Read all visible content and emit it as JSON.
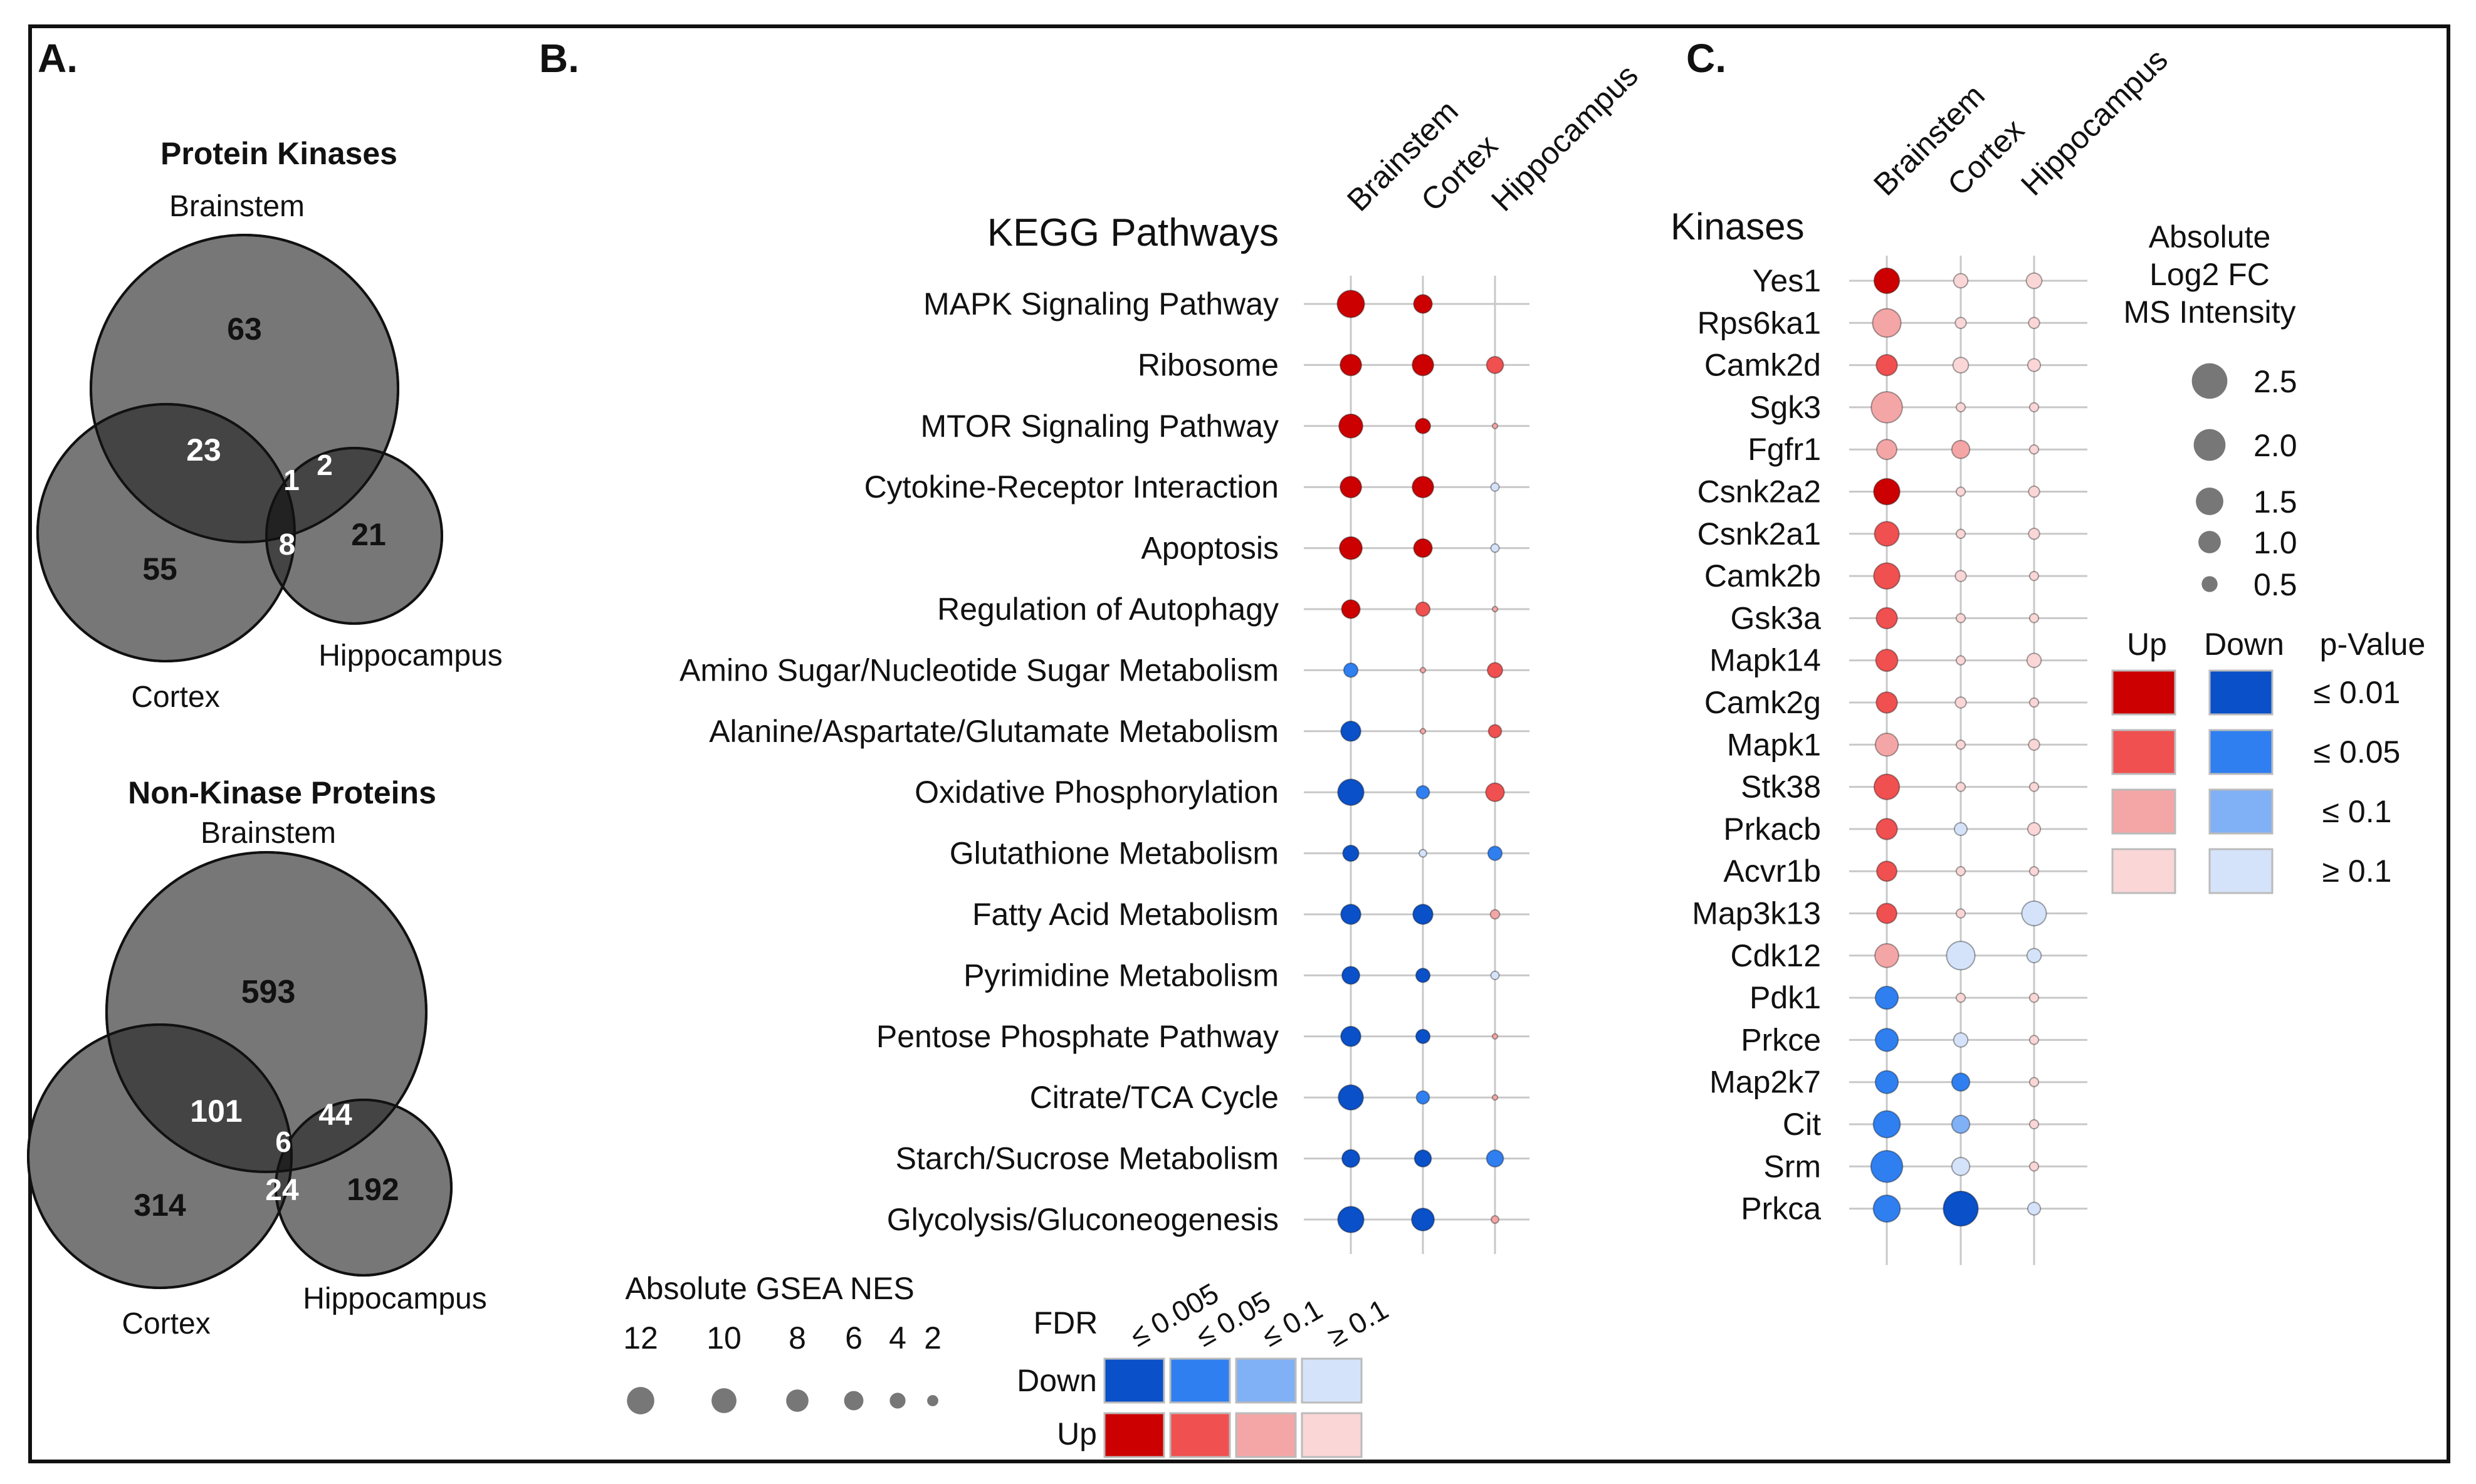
{
  "panel_a": {
    "label": "A.",
    "kinases": {
      "title": "Protein Kinases",
      "brainstem_label": "Brainstem",
      "cortex_label": "Cortex",
      "hippocampus_label": "Hippocampus",
      "regions": {
        "brainstem_only": "63",
        "brainstem_cortex": "23",
        "all_three": "1",
        "brainstem_hippocampus": "2",
        "cortex_only": "55",
        "cortex_hippocampus": "8",
        "hippocampus_only": "21"
      }
    },
    "non_kinases": {
      "title": "Non-Kinase Proteins",
      "brainstem_label": "Brainstem",
      "cortex_label": "Cortex",
      "hippocampus_label": "Hippocampus",
      "regions": {
        "brainstem_only": "593",
        "brainstem_cortex": "101",
        "all_three": "6",
        "brainstem_hippocampus": "44",
        "cortex_only": "314",
        "cortex_hippocampus": "24",
        "hippocampus_only": "192"
      }
    }
  },
  "panel_b": {
    "label": "B.",
    "title": "KEGG Pathways",
    "columns": [
      "Brainstem",
      "Cortex",
      "Hippocampus"
    ],
    "rows": [
      {
        "name": "MAPK Signaling Pathway",
        "cells": [
          {
            "v": 13,
            "c": "up1"
          },
          {
            "v": 6,
            "c": "up1"
          },
          {
            "v": 0,
            "c": "none"
          }
        ]
      },
      {
        "name": "Ribosome",
        "cells": [
          {
            "v": 8,
            "c": "up1"
          },
          {
            "v": 8,
            "c": "up1"
          },
          {
            "v": 5,
            "c": "up2"
          }
        ]
      },
      {
        "name": "MTOR Signaling Pathway",
        "cells": [
          {
            "v": 10,
            "c": "up1"
          },
          {
            "v": 4,
            "c": "up1"
          },
          {
            "v": 0.5,
            "c": "up3"
          }
        ]
      },
      {
        "name": "Cytokine-Receptor Interaction",
        "cells": [
          {
            "v": 8,
            "c": "up1"
          },
          {
            "v": 8,
            "c": "up1"
          },
          {
            "v": 1.2,
            "c": "dn4"
          }
        ]
      },
      {
        "name": "Apoptosis",
        "cells": [
          {
            "v": 9,
            "c": "up1"
          },
          {
            "v": 6,
            "c": "up1"
          },
          {
            "v": 1.2,
            "c": "dn4"
          }
        ]
      },
      {
        "name": "Regulation of Autophagy",
        "cells": [
          {
            "v": 6,
            "c": "up1"
          },
          {
            "v": 3.5,
            "c": "up2"
          },
          {
            "v": 0.5,
            "c": "up3"
          }
        ]
      },
      {
        "name": "Amino Sugar/Nucleotide Sugar Metabolism",
        "cells": [
          {
            "v": 3.5,
            "c": "dn2"
          },
          {
            "v": 0.5,
            "c": "up3"
          },
          {
            "v": 4,
            "c": "up2"
          }
        ]
      },
      {
        "name": "Alanine/Aspartate/Glutamate Metabolism",
        "cells": [
          {
            "v": 7,
            "c": "dn1"
          },
          {
            "v": 0.5,
            "c": "up3"
          },
          {
            "v": 3,
            "c": "up2"
          }
        ]
      },
      {
        "name": "Oxidative Phosphorylation",
        "cells": [
          {
            "v": 12,
            "c": "dn1"
          },
          {
            "v": 3,
            "c": "dn2"
          },
          {
            "v": 6,
            "c": "up2"
          }
        ]
      },
      {
        "name": "Glutathione Metabolism",
        "cells": [
          {
            "v": 4.5,
            "c": "dn1"
          },
          {
            "v": 1,
            "c": "dn4"
          },
          {
            "v": 3.5,
            "c": "dn2"
          }
        ]
      },
      {
        "name": "Fatty Acid Metabolism",
        "cells": [
          {
            "v": 7,
            "c": "dn1"
          },
          {
            "v": 7,
            "c": "dn1"
          },
          {
            "v": 1.5,
            "c": "up3"
          }
        ]
      },
      {
        "name": "Pyrimidine Metabolism",
        "cells": [
          {
            "v": 5.5,
            "c": "dn1"
          },
          {
            "v": 3.5,
            "c": "dn1"
          },
          {
            "v": 1.2,
            "c": "dn4"
          }
        ]
      },
      {
        "name": "Pentose Phosphate Pathway",
        "cells": [
          {
            "v": 7,
            "c": "dn1"
          },
          {
            "v": 3.5,
            "c": "dn1"
          },
          {
            "v": 0.5,
            "c": "up3"
          }
        ]
      },
      {
        "name": "Citrate/TCA Cycle",
        "cells": [
          {
            "v": 11,
            "c": "dn1"
          },
          {
            "v": 3,
            "c": "dn2"
          },
          {
            "v": 0.5,
            "c": "up3"
          }
        ]
      },
      {
        "name": "Starch/Sucrose Metabolism",
        "cells": [
          {
            "v": 5.5,
            "c": "dn1"
          },
          {
            "v": 5,
            "c": "dn1"
          },
          {
            "v": 5,
            "c": "dn2"
          }
        ]
      },
      {
        "name": "Glycolysis/Gluconeogenesis",
        "cells": [
          {
            "v": 12,
            "c": "dn1"
          },
          {
            "v": 9,
            "c": "dn1"
          },
          {
            "v": 1,
            "c": "up3"
          }
        ]
      }
    ],
    "size_legend": {
      "title": "Absolute GSEA NES",
      "values": [
        "12",
        "10",
        "8",
        "6",
        "4",
        "2"
      ]
    },
    "color_legend": {
      "title": "FDR",
      "thresholds": [
        "≤ 0.005",
        "≤ 0.05",
        "≤ 0.1",
        "≥ 0.1"
      ],
      "down_label": "Down",
      "up_label": "Up"
    }
  },
  "panel_c": {
    "label": "C.",
    "title": "Kinases",
    "columns": [
      "Brainstem",
      "Cortex",
      "Hippocampus"
    ],
    "rows": [
      {
        "name": "Yes1",
        "cells": [
          {
            "v": 1.6,
            "c": "up1"
          },
          {
            "v": 0.5,
            "c": "up4"
          },
          {
            "v": 0.6,
            "c": "up4"
          }
        ]
      },
      {
        "name": "Rps6ka1",
        "cells": [
          {
            "v": 2.0,
            "c": "up3"
          },
          {
            "v": 0.3,
            "c": "up4"
          },
          {
            "v": 0.3,
            "c": "up4"
          }
        ]
      },
      {
        "name": "Camk2d",
        "cells": [
          {
            "v": 1.1,
            "c": "up2"
          },
          {
            "v": 0.6,
            "c": "up4"
          },
          {
            "v": 0.4,
            "c": "up4"
          }
        ]
      },
      {
        "name": "Sgk3",
        "cells": [
          {
            "v": 2.4,
            "c": "up3"
          },
          {
            "v": 0.2,
            "c": "up4"
          },
          {
            "v": 0.2,
            "c": "up4"
          }
        ]
      },
      {
        "name": "Fgfr1",
        "cells": [
          {
            "v": 1.0,
            "c": "up3"
          },
          {
            "v": 0.8,
            "c": "up3"
          },
          {
            "v": 0.2,
            "c": "up4"
          }
        ]
      },
      {
        "name": "Csnk2a2",
        "cells": [
          {
            "v": 1.7,
            "c": "up1"
          },
          {
            "v": 0.2,
            "c": "up4"
          },
          {
            "v": 0.3,
            "c": "up4"
          }
        ]
      },
      {
        "name": "Csnk2a1",
        "cells": [
          {
            "v": 1.5,
            "c": "up2"
          },
          {
            "v": 0.2,
            "c": "up4"
          },
          {
            "v": 0.3,
            "c": "up4"
          }
        ]
      },
      {
        "name": "Camk2b",
        "cells": [
          {
            "v": 1.7,
            "c": "up2"
          },
          {
            "v": 0.3,
            "c": "up4"
          },
          {
            "v": 0.2,
            "c": "up4"
          }
        ]
      },
      {
        "name": "Gsk3a",
        "cells": [
          {
            "v": 1.1,
            "c": "up2"
          },
          {
            "v": 0.2,
            "c": "up4"
          },
          {
            "v": 0.2,
            "c": "up4"
          }
        ]
      },
      {
        "name": "Mapk14",
        "cells": [
          {
            "v": 1.2,
            "c": "up2"
          },
          {
            "v": 0.2,
            "c": "up4"
          },
          {
            "v": 0.5,
            "c": "up4"
          }
        ]
      },
      {
        "name": "Camk2g",
        "cells": [
          {
            "v": 1.1,
            "c": "up2"
          },
          {
            "v": 0.3,
            "c": "up4"
          },
          {
            "v": 0.2,
            "c": "up4"
          }
        ]
      },
      {
        "name": "Mapk1",
        "cells": [
          {
            "v": 1.3,
            "c": "up3"
          },
          {
            "v": 0.2,
            "c": "up4"
          },
          {
            "v": 0.3,
            "c": "up4"
          }
        ]
      },
      {
        "name": "Stk38",
        "cells": [
          {
            "v": 1.6,
            "c": "up2"
          },
          {
            "v": 0.2,
            "c": "up4"
          },
          {
            "v": 0.2,
            "c": "up4"
          }
        ]
      },
      {
        "name": "Prkacb",
        "cells": [
          {
            "v": 1.1,
            "c": "up2"
          },
          {
            "v": 0.4,
            "c": "dn4"
          },
          {
            "v": 0.4,
            "c": "up4"
          }
        ]
      },
      {
        "name": "Acvr1b",
        "cells": [
          {
            "v": 1.0,
            "c": "up2"
          },
          {
            "v": 0.2,
            "c": "up4"
          },
          {
            "v": 0.2,
            "c": "up4"
          }
        ]
      },
      {
        "name": "Map3k13",
        "cells": [
          {
            "v": 1.0,
            "c": "up2"
          },
          {
            "v": 0.2,
            "c": "up4"
          },
          {
            "v": 1.5,
            "c": "dn4"
          }
        ]
      },
      {
        "name": "Cdk12",
        "cells": [
          {
            "v": 1.4,
            "c": "up3"
          },
          {
            "v": 2.0,
            "c": "dn4"
          },
          {
            "v": 0.5,
            "c": "dn4"
          }
        ]
      },
      {
        "name": "Pdk1",
        "cells": [
          {
            "v": 1.3,
            "c": "dn2"
          },
          {
            "v": 0.2,
            "c": "up4"
          },
          {
            "v": 0.2,
            "c": "up4"
          }
        ]
      },
      {
        "name": "Prkce",
        "cells": [
          {
            "v": 1.3,
            "c": "dn2"
          },
          {
            "v": 0.5,
            "c": "dn4"
          },
          {
            "v": 0.2,
            "c": "up4"
          }
        ]
      },
      {
        "name": "Map2k7",
        "cells": [
          {
            "v": 1.3,
            "c": "dn2"
          },
          {
            "v": 0.8,
            "c": "dn2"
          },
          {
            "v": 0.2,
            "c": "up4"
          }
        ]
      },
      {
        "name": "Cit",
        "cells": [
          {
            "v": 1.8,
            "c": "dn2"
          },
          {
            "v": 0.8,
            "c": "dn3"
          },
          {
            "v": 0.2,
            "c": "up4"
          }
        ]
      },
      {
        "name": "Srm",
        "cells": [
          {
            "v": 2.5,
            "c": "dn2"
          },
          {
            "v": 0.8,
            "c": "dn4"
          },
          {
            "v": 0.2,
            "c": "up4"
          }
        ]
      },
      {
        "name": "Prkca",
        "cells": [
          {
            "v": 1.8,
            "c": "dn2"
          },
          {
            "v": 3.0,
            "c": "dn1"
          },
          {
            "v": 0.4,
            "c": "dn4"
          }
        ]
      }
    ],
    "size_legend": {
      "title_lines": [
        "Absolute",
        "Log2 FC",
        "MS Intensity"
      ],
      "values": [
        "2.5",
        "2.0",
        "1.5",
        "1.0",
        "0.5"
      ]
    },
    "color_legend": {
      "up_label": "Up",
      "down_label": "Down",
      "pvalue_label": "p-Value",
      "thresholds": [
        "≤ 0.01",
        "≤ 0.05",
        "≤ 0.1",
        "≥ 0.1"
      ]
    }
  },
  "colors": {
    "up1": "#cc0000",
    "up2": "#f05050",
    "up3": "#f4a6a6",
    "up4": "#fad6d6",
    "dn1": "#0a50c8",
    "dn2": "#2f7ff0",
    "dn3": "#80b0f5",
    "dn4": "#d5e3fa",
    "none": "#ffffff",
    "venn_fill": "#777777",
    "venn_dark": "#444444",
    "venn_center": "#222222"
  }
}
